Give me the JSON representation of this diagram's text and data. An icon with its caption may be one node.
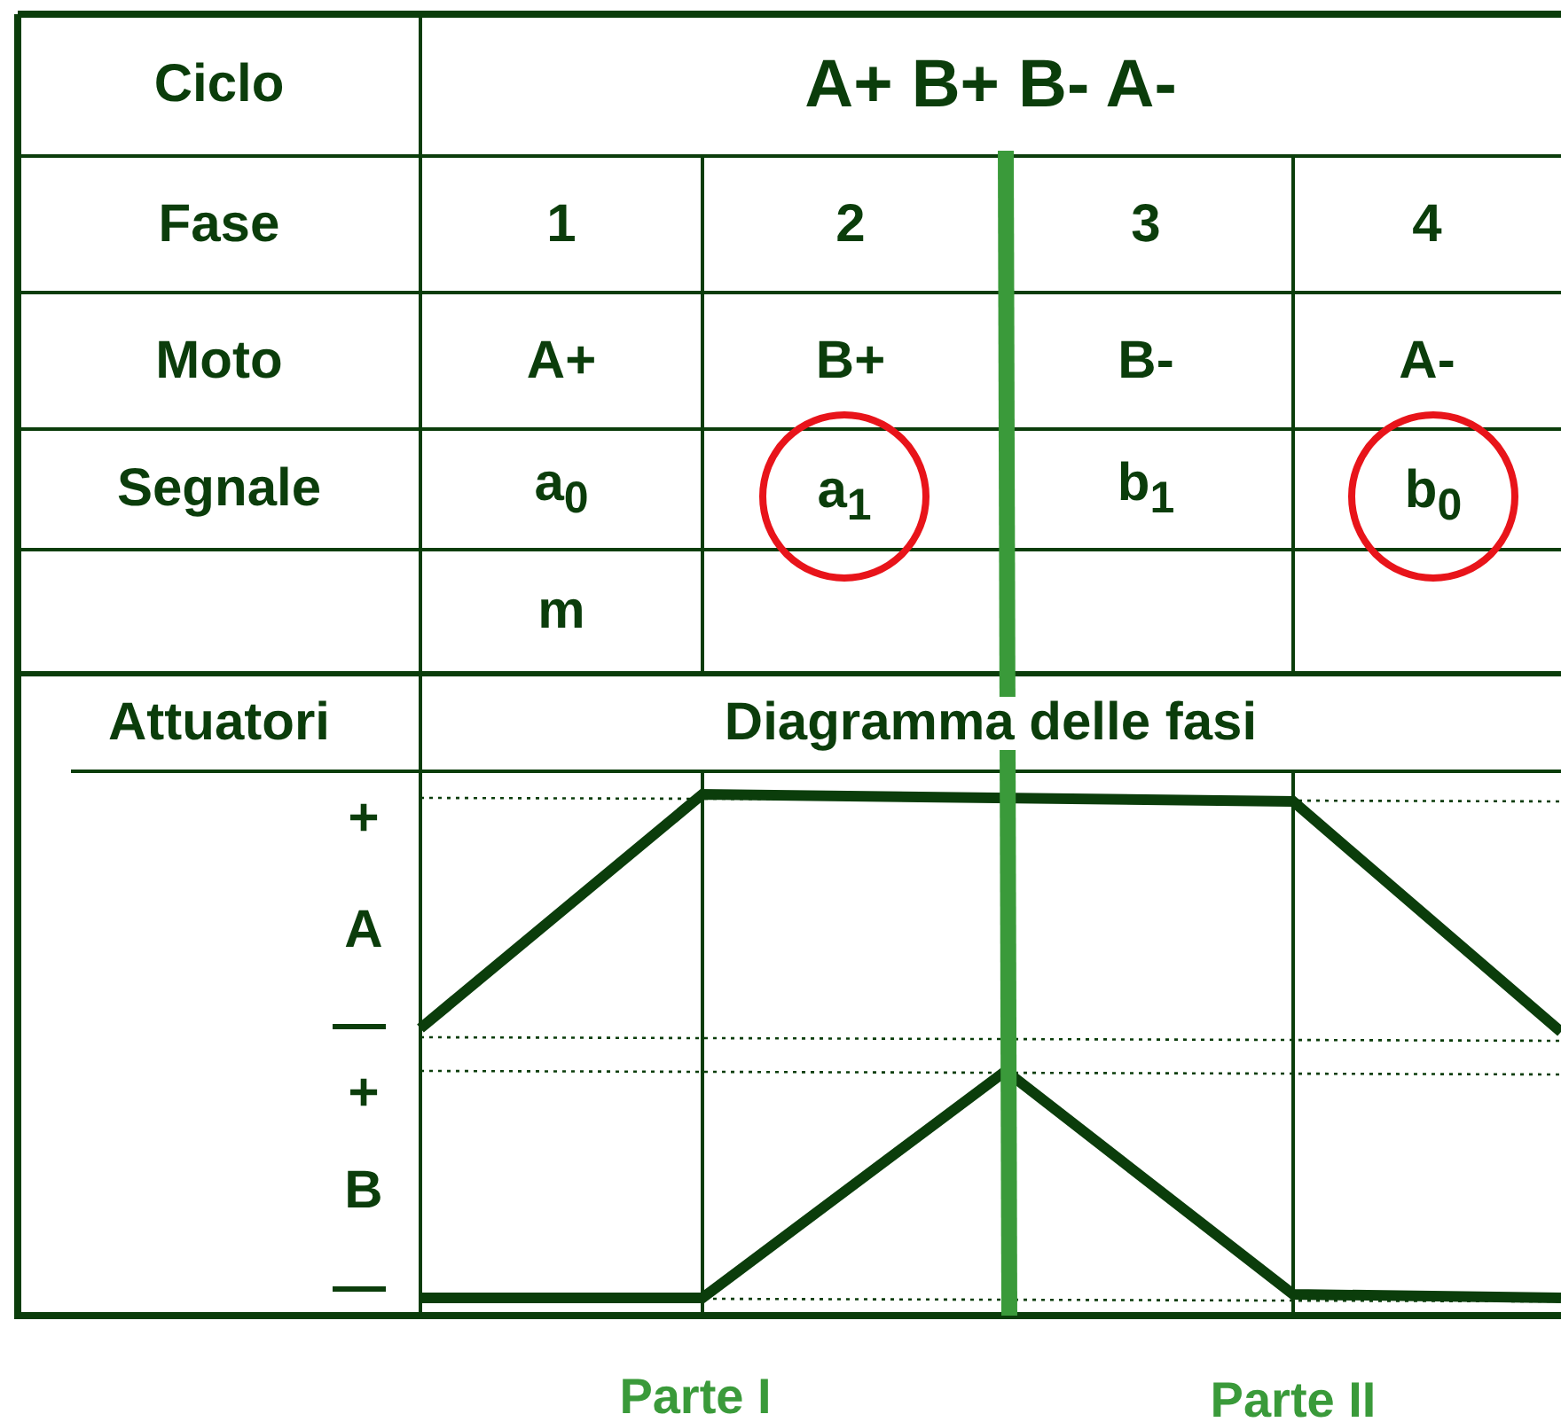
{
  "diagram": {
    "nodes": [
      {
        "text": [
          "a$_{1}$"
        ]
      },
      {
        "text": [
          "b$_{0}$"
        ]
      }
    ],
    "labels": [
      "Ciclo",
      "A+ B+ B- A-",
      "Fase",
      "1",
      "2",
      "3",
      "4",
      "Moto",
      "A+",
      "B+",
      "B-",
      "A-",
      "Segnale",
      "a$_{0}$",
      "b$_{1}$",
      "m",
      "Attuatori",
      "Diagramma delle fasi",
      "+",
      "A",
      "—",
      "+",
      "B",
      "—",
      "Parte I",
      "Parte II"
    ]
  }
}
